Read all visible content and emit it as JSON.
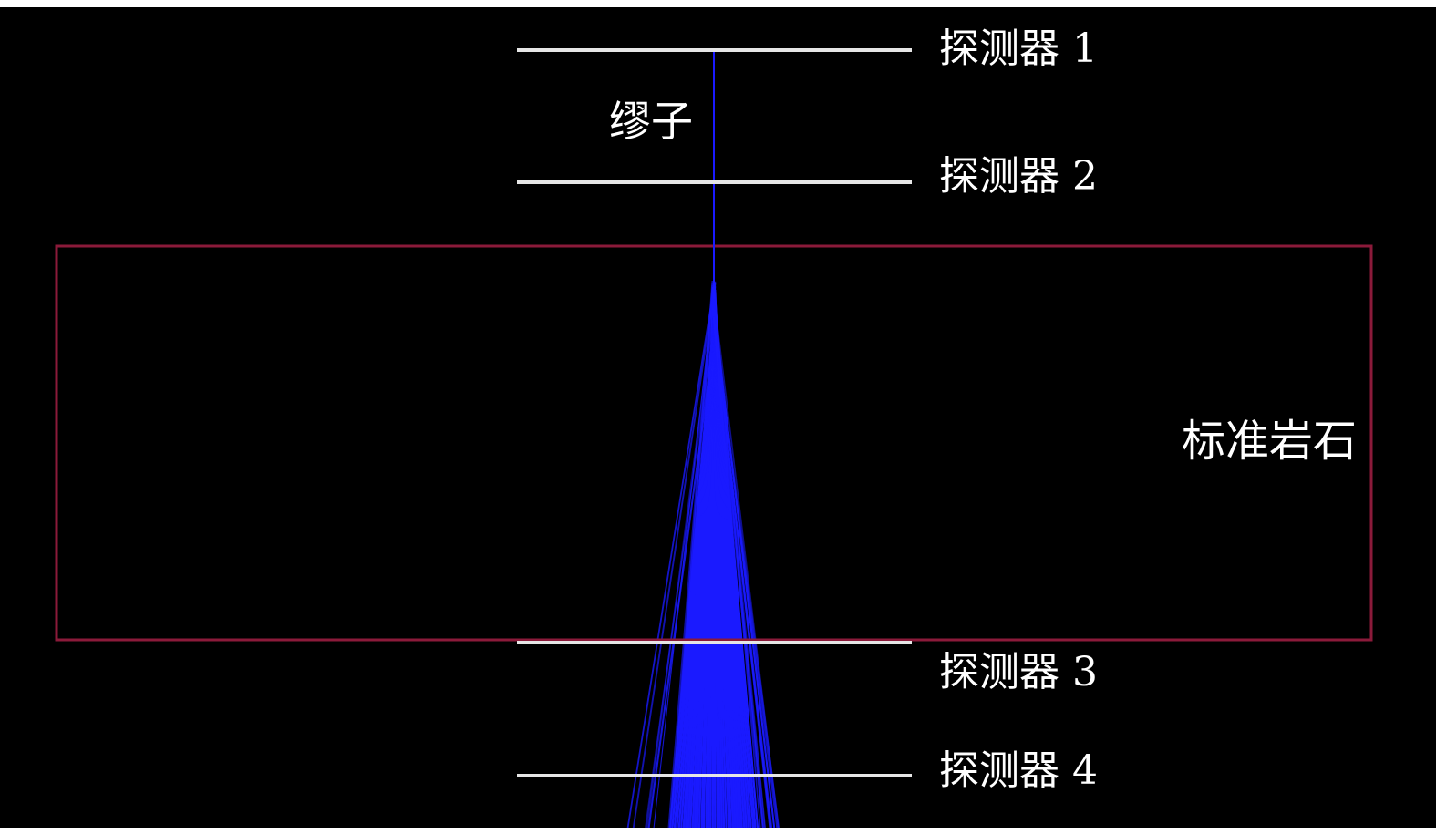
{
  "labels": {
    "muon": "缪子",
    "rock": "标准岩石"
  },
  "detectors": [
    {
      "text": "探测器",
      "num": "1"
    },
    {
      "text": "探测器",
      "num": "2"
    },
    {
      "text": "探测器",
      "num": "3"
    },
    {
      "text": "探测器",
      "num": "4"
    }
  ],
  "colors": {
    "background": "#000000",
    "detector_line": "#e6e6e6",
    "rock_border": "#8b1a3a",
    "muon_track": "#1a1aff",
    "label": "#ffffff"
  }
}
